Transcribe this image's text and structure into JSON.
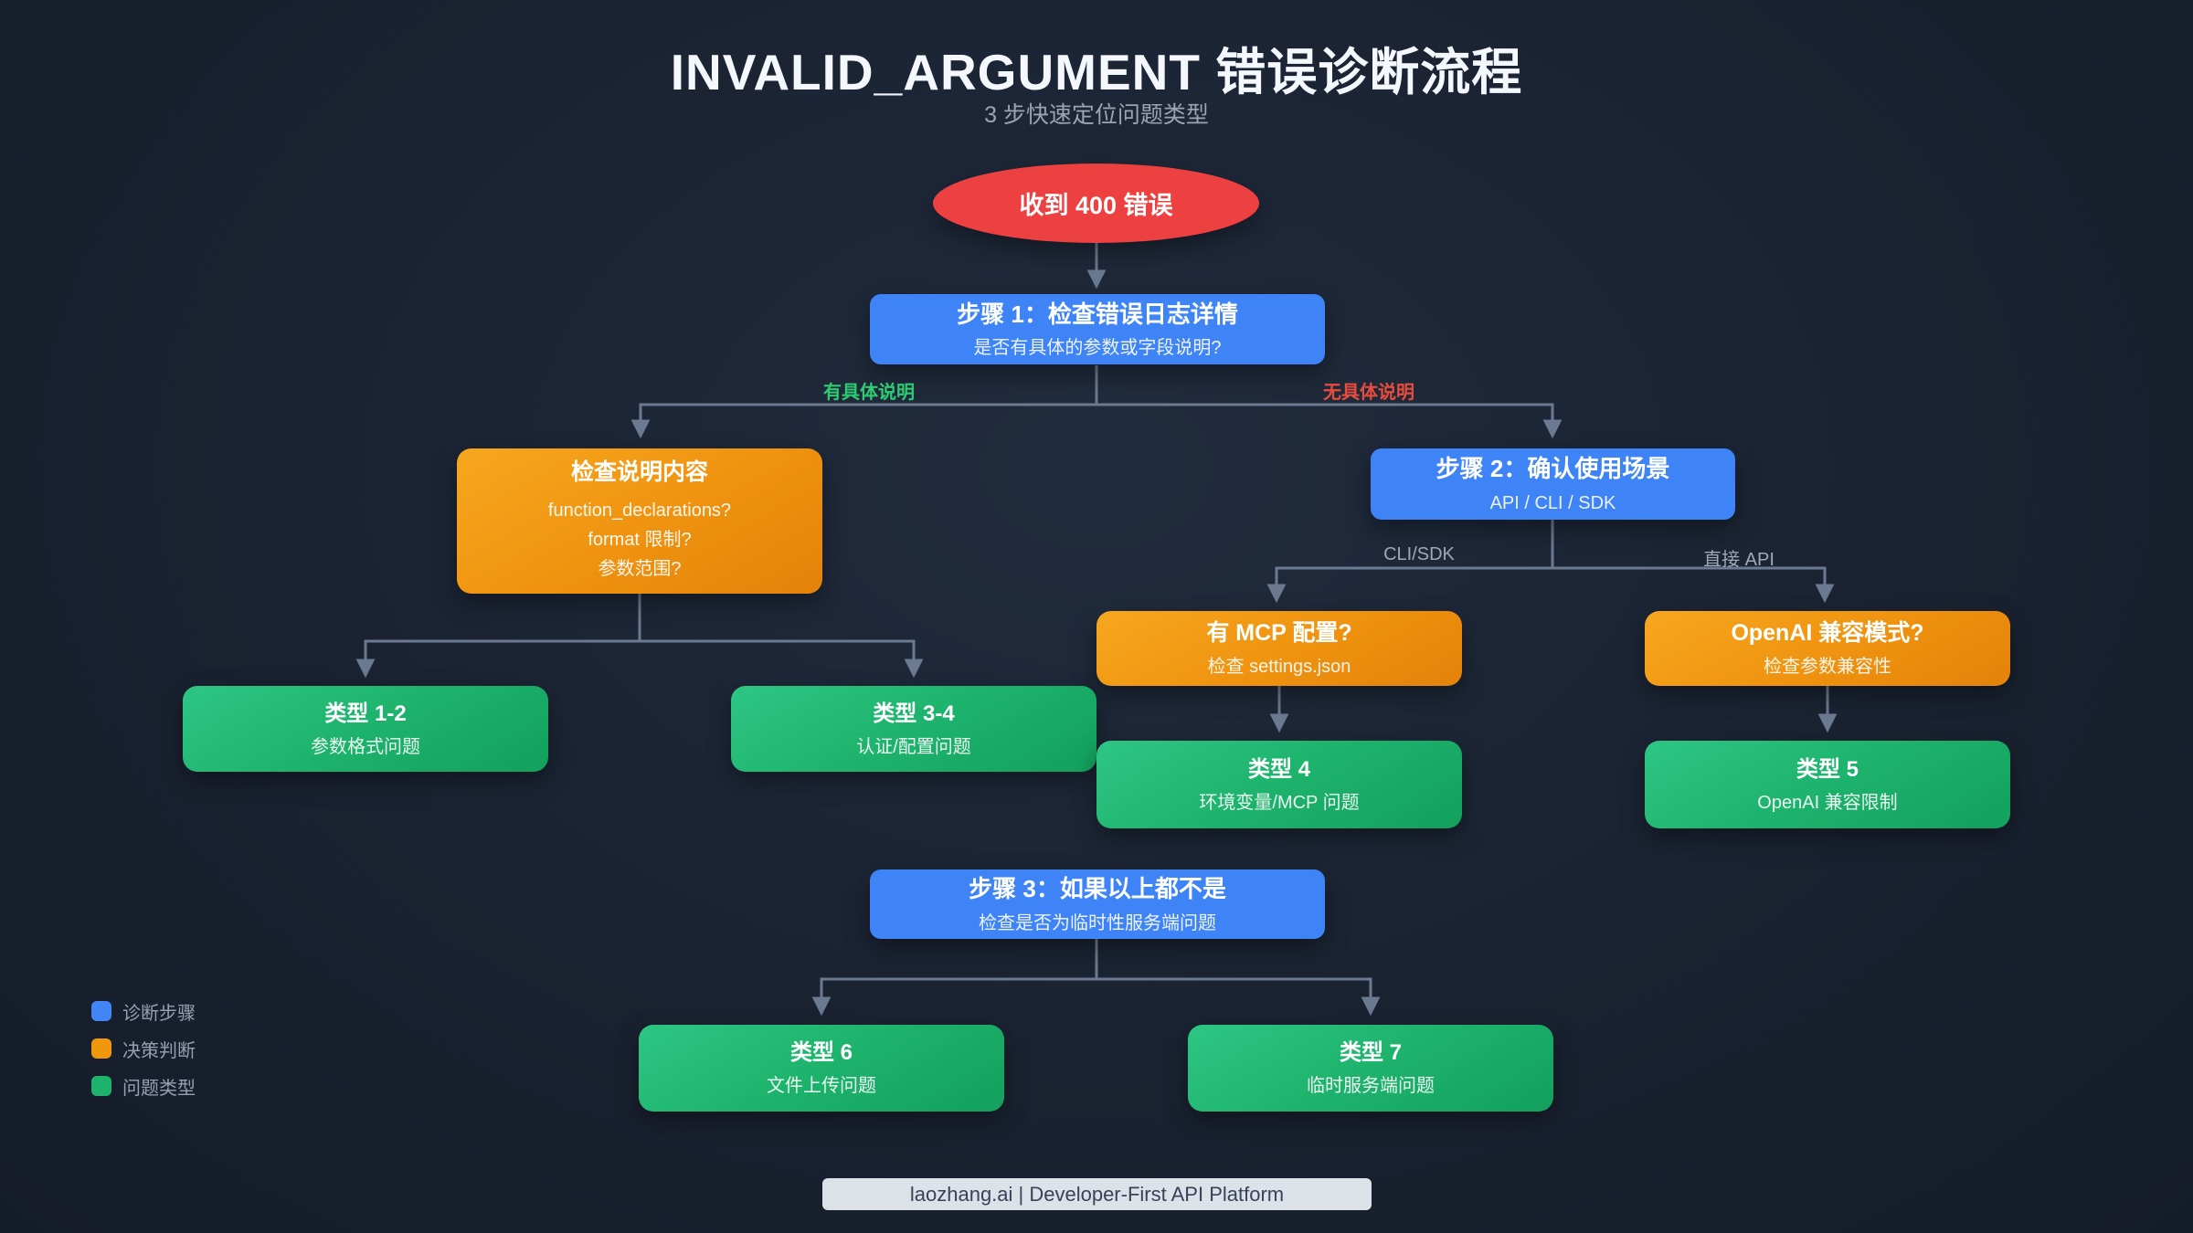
{
  "header": {
    "title": "INVALID_ARGUMENT 错误诊断流程",
    "subtitle": "3 步快速定位问题类型"
  },
  "nodes": {
    "start": {
      "label": "收到 400 错误"
    },
    "step1": {
      "title": "步骤 1：检查错误日志详情",
      "subtitle": "是否有具体的参数或字段说明?"
    },
    "check_content": {
      "title": "检查说明内容",
      "lines": [
        "function_declarations?",
        "format 限制?",
        "参数范围?"
      ]
    },
    "step2": {
      "title": "步骤 2：确认使用场景",
      "subtitle": "API / CLI / SDK"
    },
    "mcp_check": {
      "title": "有 MCP 配置?",
      "subtitle": "检查 settings.json"
    },
    "openai_check": {
      "title": "OpenAI 兼容模式?",
      "subtitle": "检查参数兼容性"
    },
    "type_1_2": {
      "title": "类型 1-2",
      "subtitle": "参数格式问题"
    },
    "type_3_4": {
      "title": "类型 3-4",
      "subtitle": "认证/配置问题"
    },
    "type_4": {
      "title": "类型 4",
      "subtitle": "环境变量/MCP 问题"
    },
    "type_5": {
      "title": "类型 5",
      "subtitle": "OpenAI 兼容限制"
    },
    "step3": {
      "title": "步骤 3：如果以上都不是",
      "subtitle": "检查是否为临时性服务端问题"
    },
    "type_6": {
      "title": "类型 6",
      "subtitle": "文件上传问题"
    },
    "type_7": {
      "title": "类型 7",
      "subtitle": "临时服务端问题"
    }
  },
  "edge_labels": {
    "has_detail": "有具体说明",
    "no_detail": "无具体说明",
    "cli_sdk": "CLI/SDK",
    "direct_api": "直接 API"
  },
  "legend": {
    "items": [
      {
        "label": "诊断步骤",
        "color": "#4285f4"
      },
      {
        "label": "决策判断",
        "color": "#f0980d"
      },
      {
        "label": "问题类型",
        "color": "#1fb26c"
      }
    ]
  },
  "footer": {
    "text": "laozhang.ai | Developer-First API Platform"
  },
  "colors": {
    "background": "#1a2231",
    "start_node": "#ed4040",
    "step_node": "#3f84f6",
    "decision_node": "#ef920f",
    "result_node": "#1db36c",
    "connector": "#6b7a90",
    "label_positive": "#2ecc71",
    "label_negative": "#e84c3d",
    "label_neutral": "#9da9ba"
  }
}
